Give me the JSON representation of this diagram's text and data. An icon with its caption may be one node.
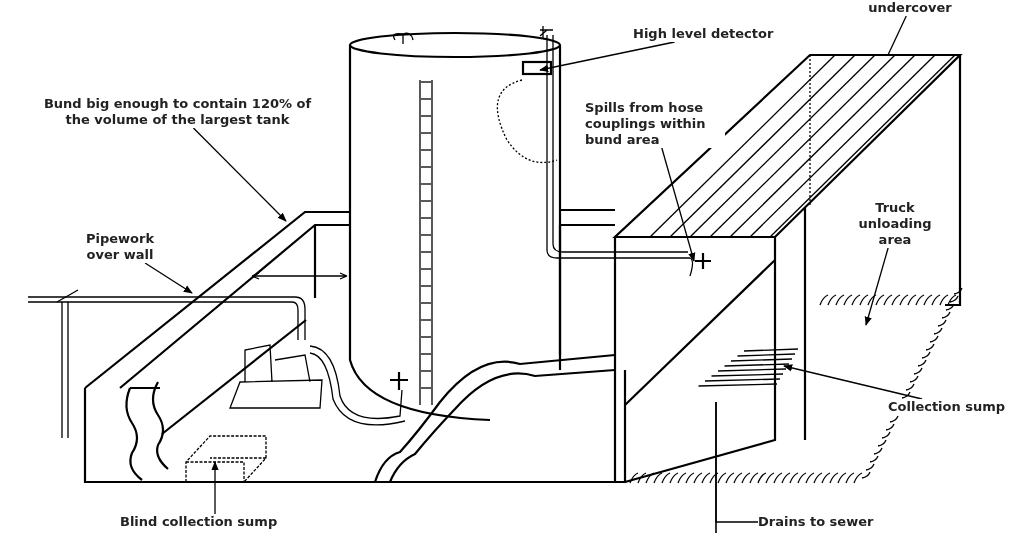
{
  "diagram": {
    "nodes": [
      {
        "text": [
          "Bund big enough to contain 120% of the volume of the largest tank"
        ]
      },
      {
        "text": [
          "Pipework over wall"
        ]
      },
      {
        "text": [
          "High level detector"
        ]
      },
      {
        "text": [
          "undercover"
        ]
      },
      {
        "text": [
          "Spills from hose couplings within bund area"
        ]
      },
      {
        "text": [
          "Truck unloading area"
        ]
      },
      {
        "text": [
          "Collection sump"
        ]
      },
      {
        "text": [
          "Blind collection sump"
        ]
      },
      {
        "text": [
          "Drains to sewer"
        ]
      }
    ],
    "edges": [
      {
        "from": 0,
        "to": null,
        "arrow": "to"
      },
      {
        "from": 1,
        "to": null,
        "arrow": "to"
      },
      {
        "from": 2,
        "to": null,
        "arrow": "to"
      },
      {
        "from": 3,
        "to": null,
        "arrow": "none"
      },
      {
        "from": 4,
        "to": null,
        "arrow": "to"
      },
      {
        "from": 5,
        "to": null,
        "arrow": "to"
      },
      {
        "from": 6,
        "to": null,
        "arrow": "to"
      },
      {
        "from": 7,
        "to": null,
        "arrow": "to"
      },
      {
        "from": 8,
        "to": null,
        "arrow": "none"
      }
    ]
  }
}
